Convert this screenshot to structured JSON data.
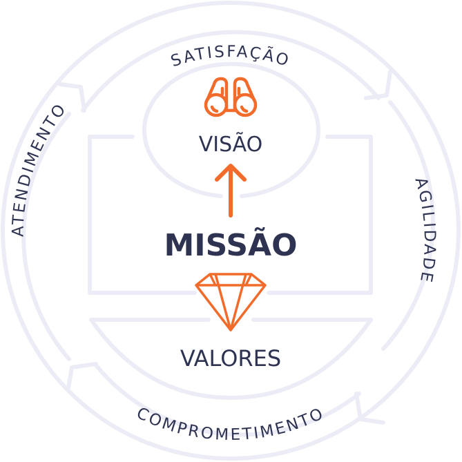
{
  "colors": {
    "line": "#ececf6",
    "text": "#2e3352",
    "accent": "#f26b2a"
  },
  "center": {
    "title": "MISSÃO"
  },
  "top": {
    "label": "VISÃO",
    "icon": "binoculars-icon"
  },
  "bottom": {
    "label": "VALORES",
    "icon": "diamond-icon"
  },
  "ring": {
    "top": "SATISFAÇÃO",
    "right": "AGILIDADE",
    "bottom": "COMPROMETIMENTO",
    "left": "ATENDIMENTO"
  }
}
